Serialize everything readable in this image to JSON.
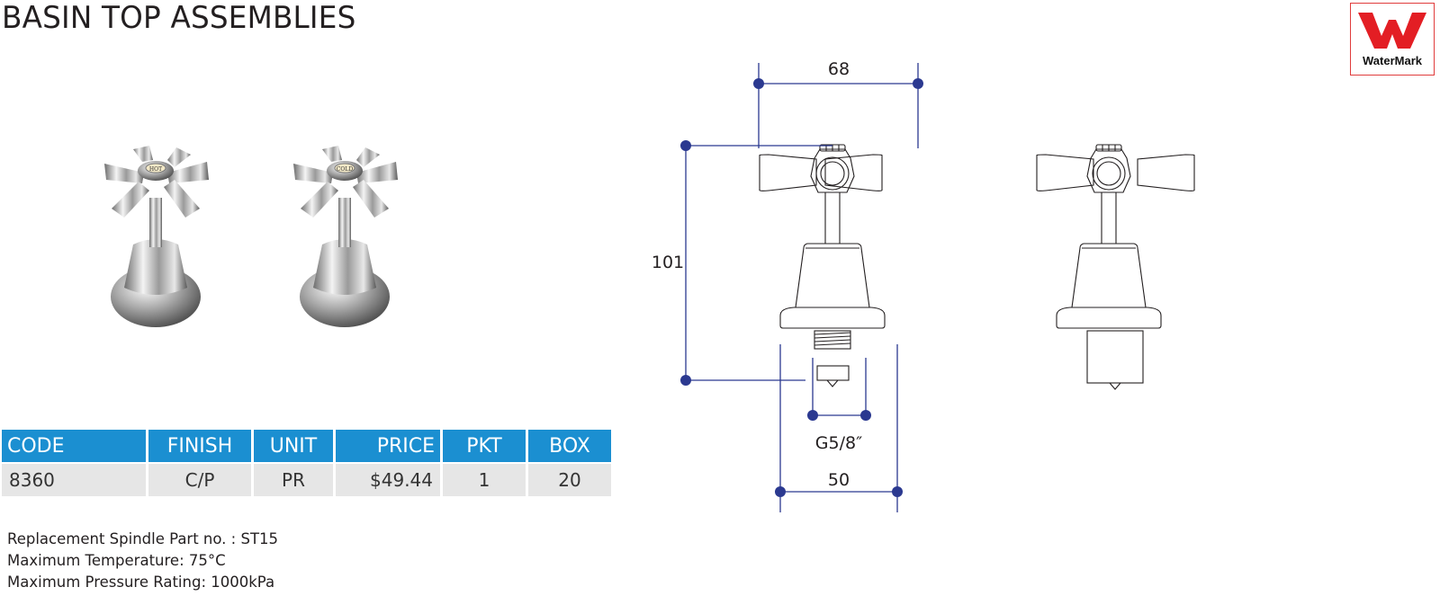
{
  "page": {
    "title": "BASIN TOP ASSEMBLIES"
  },
  "certification": {
    "logo_text": "WaterMark",
    "brand_color": "#e31e24"
  },
  "photos": [
    {
      "handle_label": "HOT"
    },
    {
      "handle_label": "COLD"
    }
  ],
  "table": {
    "header_color": "#1b8fd1",
    "row_color": "#e6e6e6",
    "headers": [
      "CODE",
      "FINISH",
      "UNIT",
      "PRICE",
      "PKT",
      "BOX"
    ],
    "rows": [
      [
        "8360",
        "C/P",
        "PR",
        "$49.44",
        "1",
        "20"
      ]
    ]
  },
  "notes": [
    "Replacement Spindle Part no.  : ST15",
    "Maximum Temperature: 75°C",
    "Maximum Pressure Rating: 1000kPa"
  ],
  "dimensions": {
    "width_top": "68",
    "height": "101",
    "thread": "G5/8″",
    "base_width": "50",
    "dim_color": "#2b3990"
  }
}
